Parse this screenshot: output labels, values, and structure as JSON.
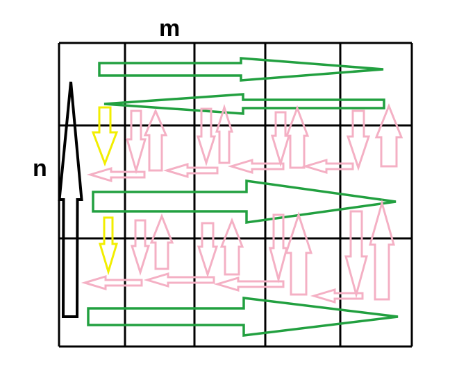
{
  "labels": {
    "columns": "m",
    "rows": "n"
  },
  "grid": {
    "columns": 5,
    "rows": 3
  },
  "colors": {
    "grid": "#000000",
    "n_arrow": "#000000",
    "row_sweep": "#22a040",
    "column_pass": "#f4b0c4",
    "start_marker": "#f2ee00"
  }
}
